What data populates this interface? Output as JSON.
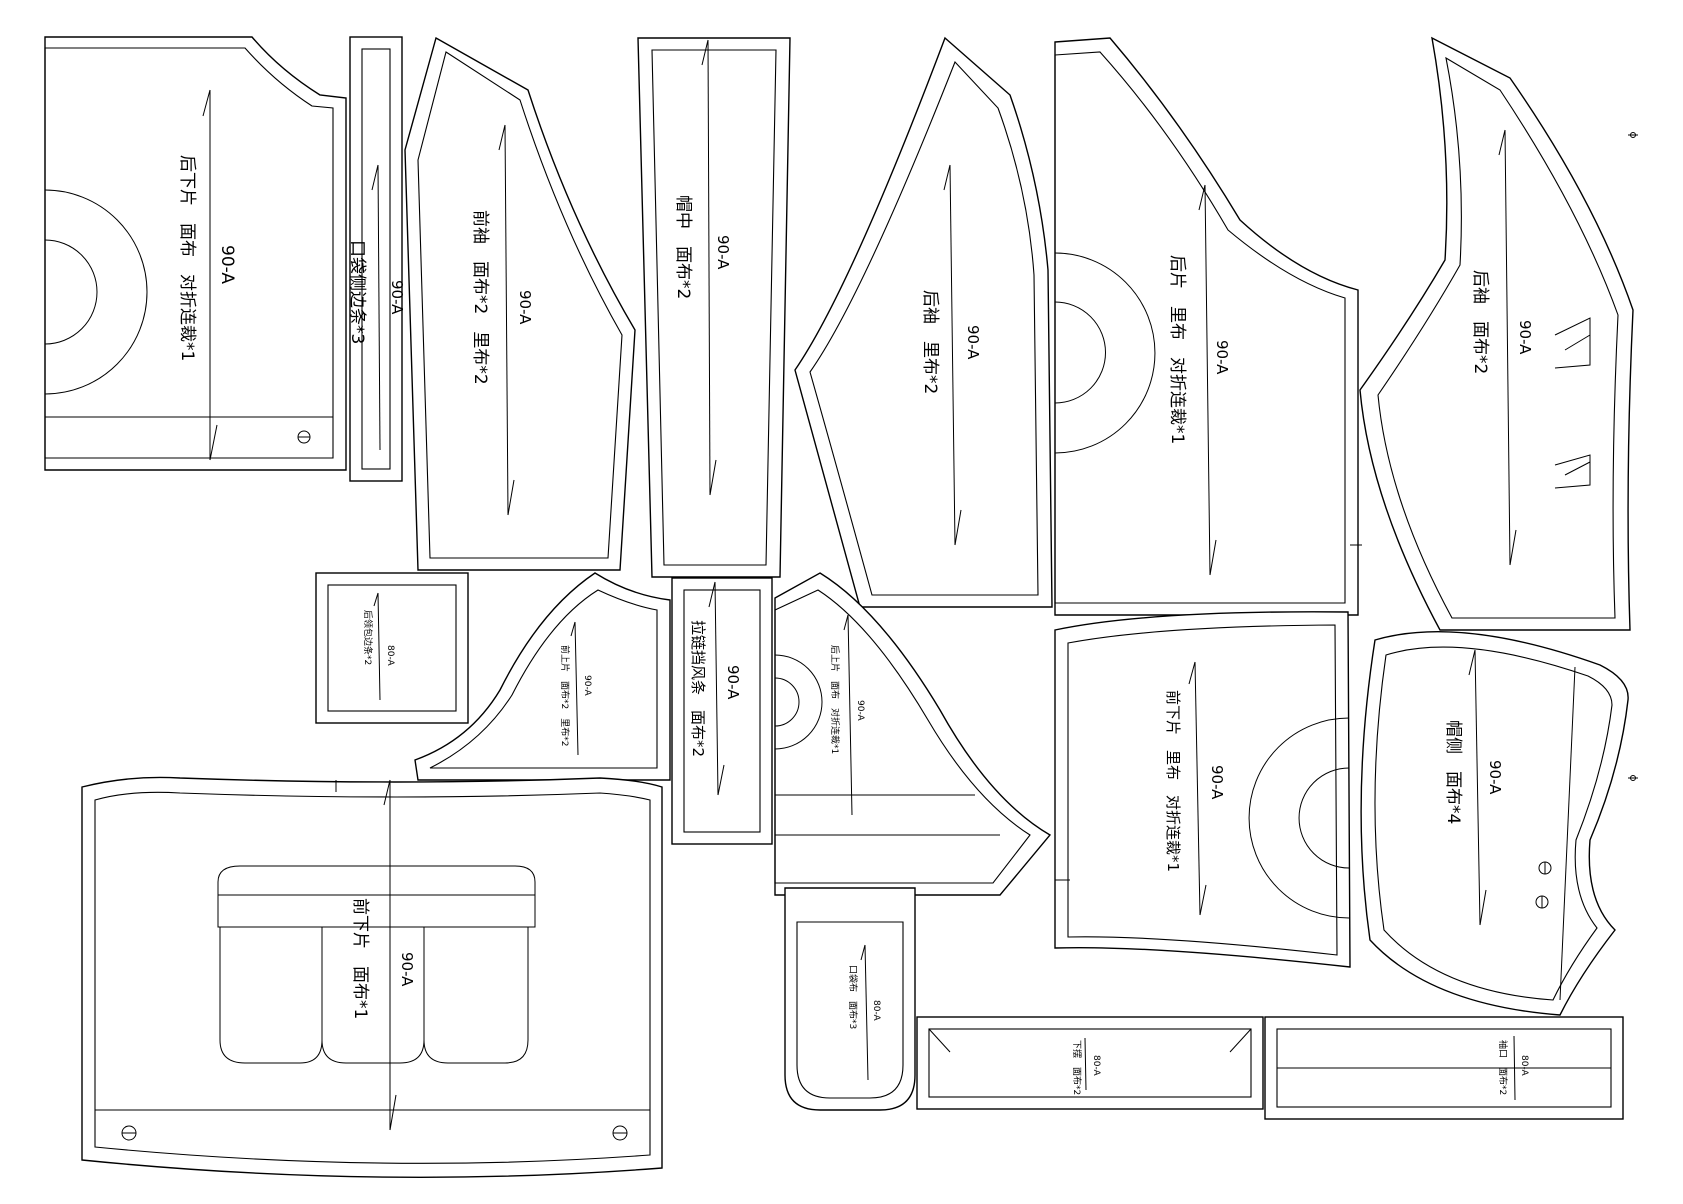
{
  "size_code": "90-A",
  "size_code_small": "80-A",
  "pieces": {
    "back_lower": "后下片　面布　对折连裁*1",
    "pocket_side": "口袋侧边条*3",
    "front_sleeve": "前袖　面布*2　里布*2",
    "hood_center": "帽中　面布*2",
    "back_sleeve_lining": "后袖　里布*2",
    "back_lining": "后片　里布　对折连裁*1",
    "back_sleeve": "后袖　面布*2",
    "back_neck_patch": "后领包边条*2",
    "front_upper": "前上片　面布*2　里布*2",
    "zip_placket": "拉链挡风条　面布*2",
    "back_upper": "后上片　面布　对折连裁*1",
    "front_lower_lining": "前下片　里布　对折连裁*1",
    "hood_side": "帽侧　面布*4",
    "front_lower": "前下片　面布*1",
    "pocket_bag": "口袋布　面布*3",
    "hem_band": "下摆　面布*2",
    "cuff": "袖口　面布*2"
  }
}
